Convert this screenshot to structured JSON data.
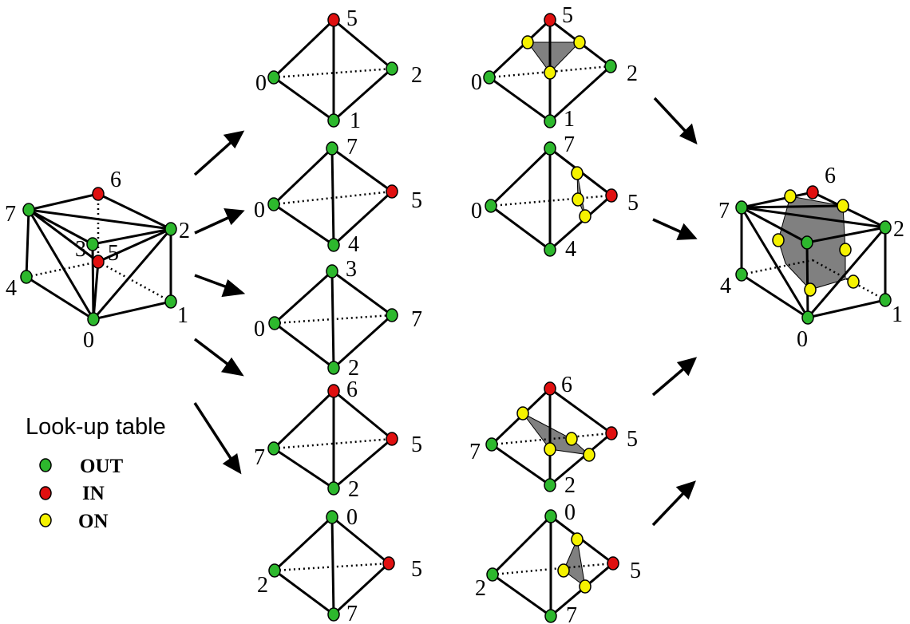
{
  "legend": {
    "title": "Look-up table",
    "items": [
      {
        "label": "OUT",
        "color": "#2db82d"
      },
      {
        "label": "IN",
        "color": "#e01010"
      },
      {
        "label": "ON",
        "color": "#f5f200"
      }
    ]
  },
  "colors": {
    "out": "#2db82d",
    "in": "#e01010",
    "on": "#f5f200",
    "face": "#808080",
    "stroke": "#000000"
  },
  "cube_left": {
    "vertex_labels": [
      "0",
      "1",
      "2",
      "3",
      "4",
      "5",
      "6",
      "7"
    ]
  },
  "cube_right": {
    "vertex_labels": [
      "0",
      "1",
      "2",
      "4",
      "6",
      "7"
    ]
  },
  "tetrahedra": [
    {
      "labels": [
        "5",
        "0",
        "2",
        "1"
      ]
    },
    {
      "labels": [
        "7",
        "0",
        "5",
        "4"
      ]
    },
    {
      "labels": [
        "3",
        "0",
        "7",
        "2"
      ]
    },
    {
      "labels": [
        "6",
        "7",
        "5",
        "2"
      ]
    },
    {
      "labels": [
        "0",
        "2",
        "5",
        "7"
      ]
    }
  ],
  "tetra_results": [
    {
      "labels": [
        "5",
        "0",
        "2",
        "1"
      ]
    },
    {
      "labels": [
        "7",
        "0",
        "5",
        "4"
      ]
    },
    {
      "labels": [
        "6",
        "7",
        "5",
        "2"
      ]
    },
    {
      "labels": [
        "0",
        "2",
        "5",
        "7"
      ]
    }
  ]
}
